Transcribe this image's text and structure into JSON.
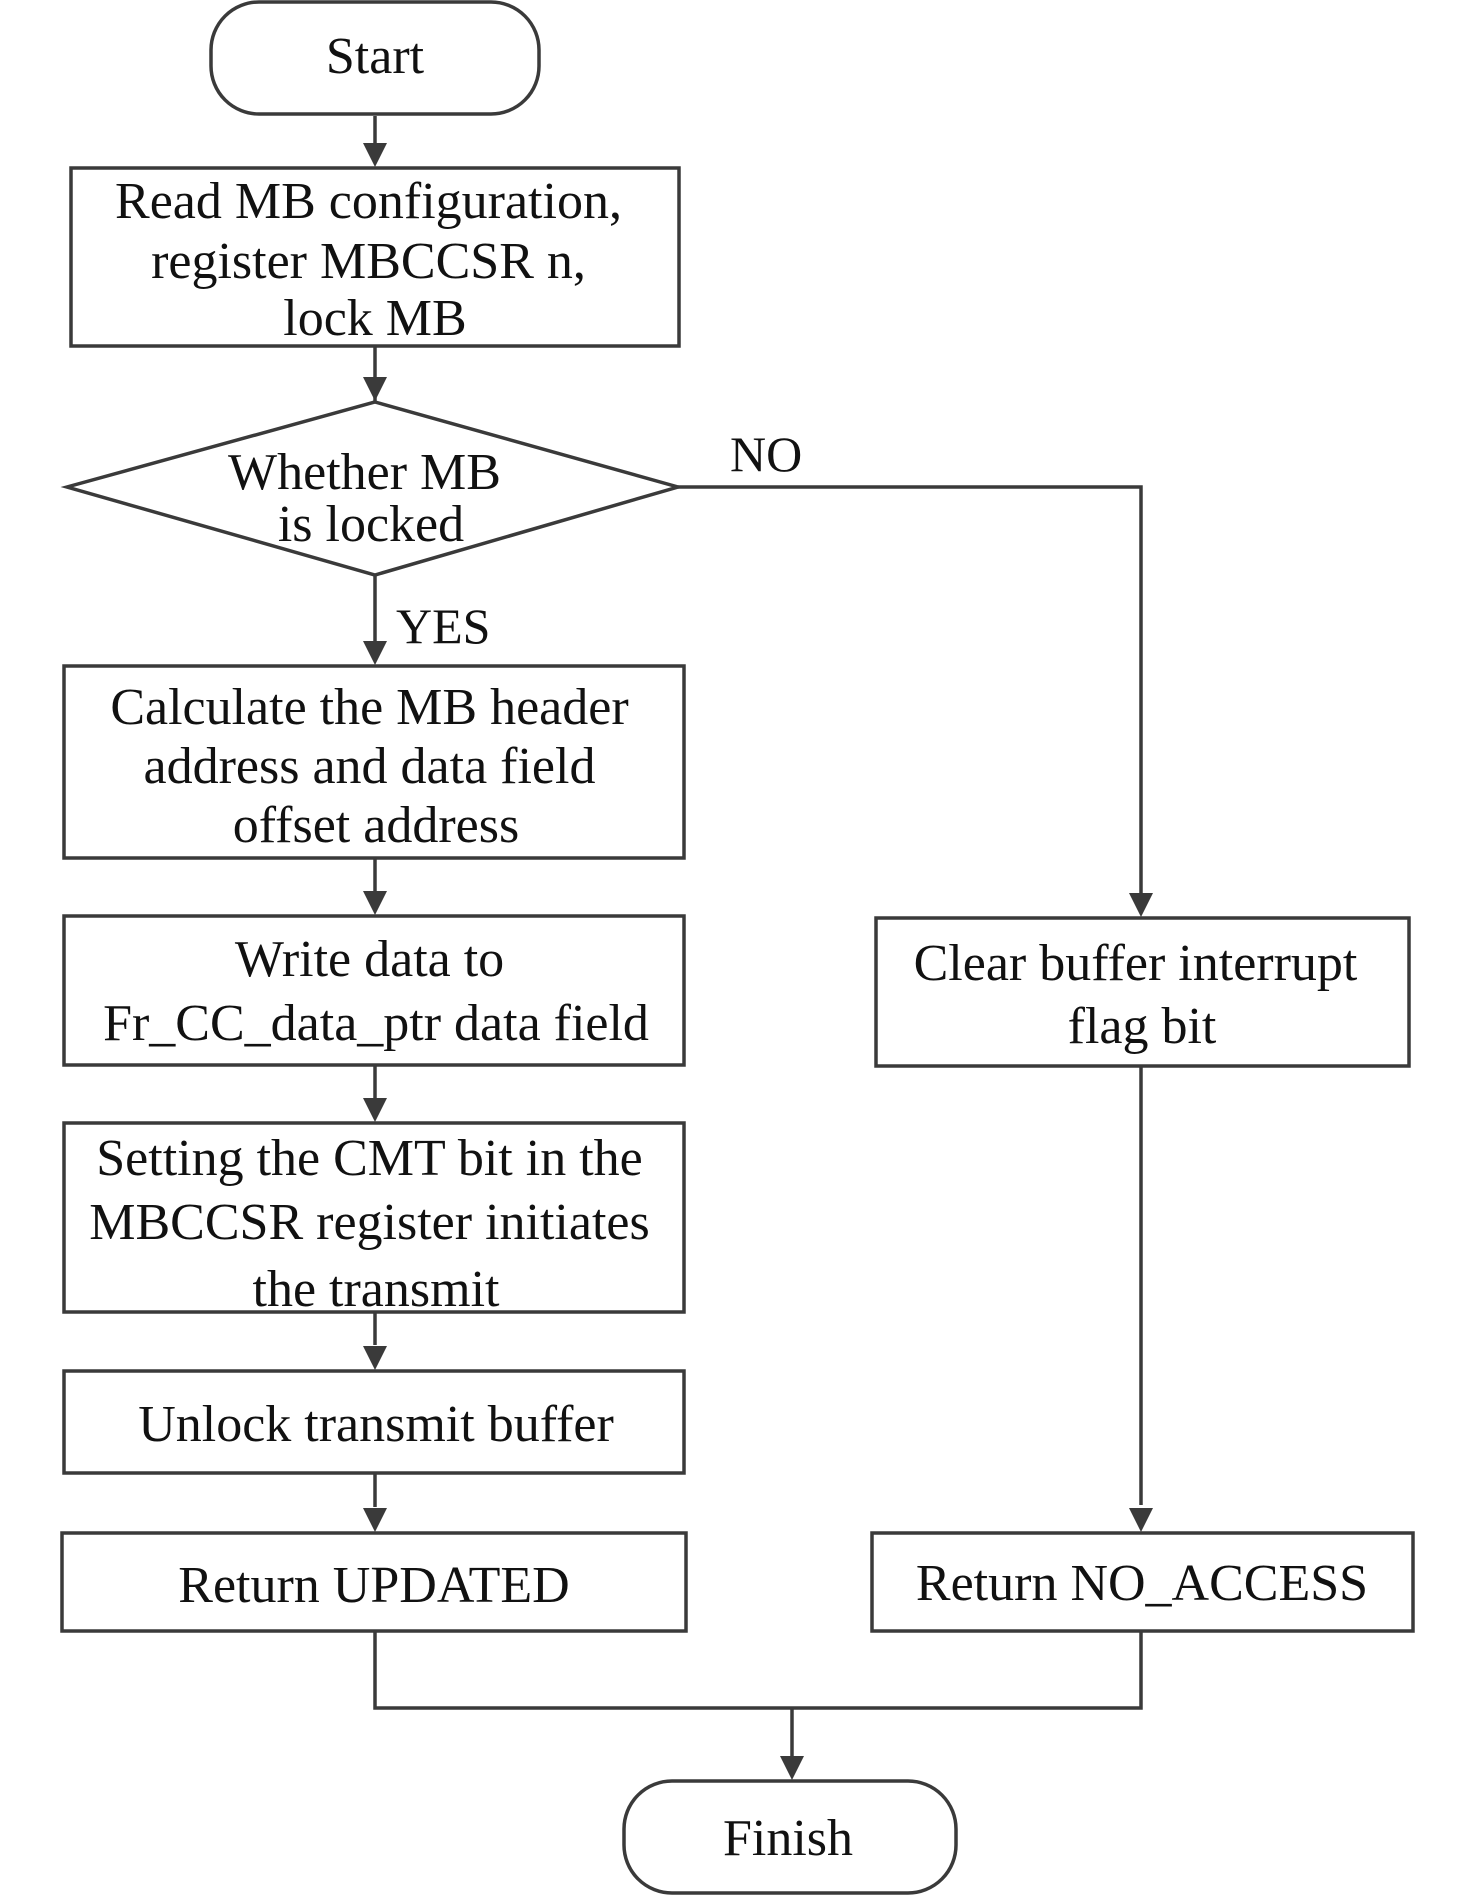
{
  "diagram": {
    "nodes": {
      "start": {
        "lines": [
          "Start"
        ]
      },
      "read_config": {
        "lines": [
          "Read MB configuration,",
          "register MBCCSR n,",
          "lock MB"
        ]
      },
      "decision": {
        "lines": [
          "Whether MB",
          "is locked"
        ]
      },
      "calc_address": {
        "lines": [
          "Calculate the MB header",
          "address and data field",
          "offset address"
        ]
      },
      "write_data": {
        "lines": [
          "Write data to",
          "Fr_CC_data_ptr data field"
        ]
      },
      "set_cmt": {
        "lines": [
          "Setting the CMT bit in the",
          "MBCCSR register initiates",
          "the transmit"
        ]
      },
      "unlock": {
        "lines": [
          "Unlock transmit buffer"
        ]
      },
      "return_updated": {
        "lines": [
          "Return UPDATED"
        ]
      },
      "clear_flag": {
        "lines": [
          "Clear buffer interrupt",
          "flag bit"
        ]
      },
      "return_no_access": {
        "lines": [
          "Return NO_ACCESS"
        ]
      },
      "finish": {
        "lines": [
          "Finish"
        ]
      }
    },
    "labels": {
      "no": "NO",
      "yes": "YES"
    }
  }
}
